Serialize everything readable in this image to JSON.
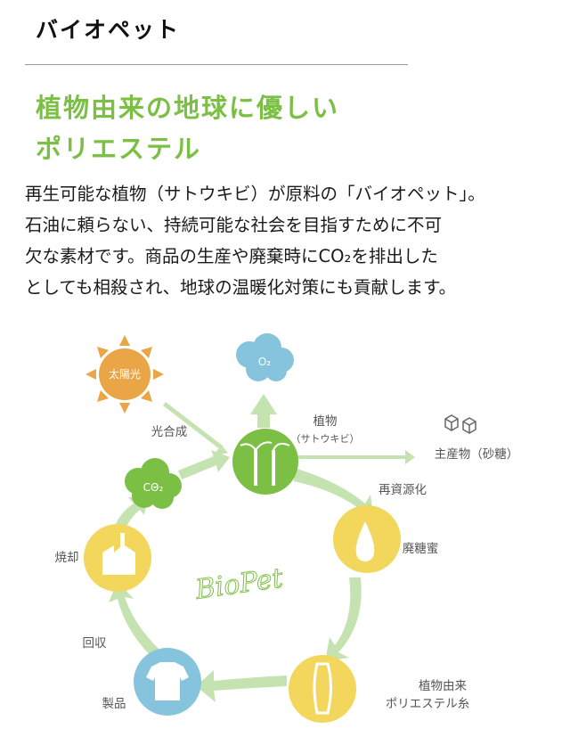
{
  "title": "バイオペット",
  "heading": [
    "植物由来の地球に優しい",
    "ポリエステル"
  ],
  "body_lines": [
    "再生可能な植物（サトウキビ）が原料の「バイオペット」。",
    "石油に頼らない、持続可能な社会を目指すために不可",
    "欠な素材です。商品の生産や廃棄時にCO₂を排出した",
    "としても相殺され、地球の温暖化対策にも貢献します。"
  ],
  "diagram": {
    "sun": "太陽光",
    "o2": "O₂",
    "co2": "CO₂",
    "photosynthesis": "光合成",
    "plant": "植物",
    "plant_sub": "（サトウキビ）",
    "main_product": "主産物（砂糖）",
    "recycle": "再資源化",
    "molasses": "廃糖蜜",
    "thread_1": "植物由来",
    "thread_2": "ポリエステル糸",
    "product": "製品",
    "collect": "回収",
    "incinerate": "焼却",
    "logo": "BioPet"
  },
  "colors": {
    "green": "#7cbf45",
    "arrow": "#c4e3b0",
    "yellow": "#f2d75c",
    "blue": "#86c3dc",
    "orange": "#e9a546"
  }
}
